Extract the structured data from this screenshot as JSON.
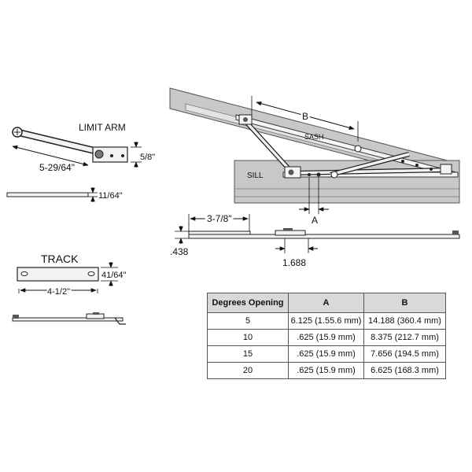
{
  "limit_arm": {
    "title": "LIMIT ARM",
    "length": "5-29/64\"",
    "height": "5/8\"",
    "thickness": "11/64\""
  },
  "track": {
    "title": "TRACK",
    "length": "4-1/2\"",
    "height": "41/64\""
  },
  "assembly": {
    "sash_label": "SASH",
    "sill_label": "SILL",
    "dim_b": "B",
    "dim_a": "A",
    "dim_offset": "3-7/8\"",
    "dim_height": ".438",
    "dim_stop": "1.688"
  },
  "table": {
    "headers": [
      "Degrees Opening",
      "A",
      "B"
    ],
    "rows": [
      [
        "5",
        "6.125 (1.55.6 mm)",
        "14.188 (360.4 mm)"
      ],
      [
        "10",
        ".625 (15.9 mm)",
        "8.375 (212.7 mm)"
      ],
      [
        "15",
        ".625 (15.9 mm)",
        "7.656 (194.5 mm)"
      ],
      [
        "20",
        ".625 (15.9 mm)",
        "6.625 (168.3 mm)"
      ]
    ]
  },
  "colors": {
    "frame_fill": "#c8c8c8",
    "frame_stroke": "#555555",
    "arm_fill": "#f2f2f2",
    "header_fill": "#d9d9d9"
  }
}
